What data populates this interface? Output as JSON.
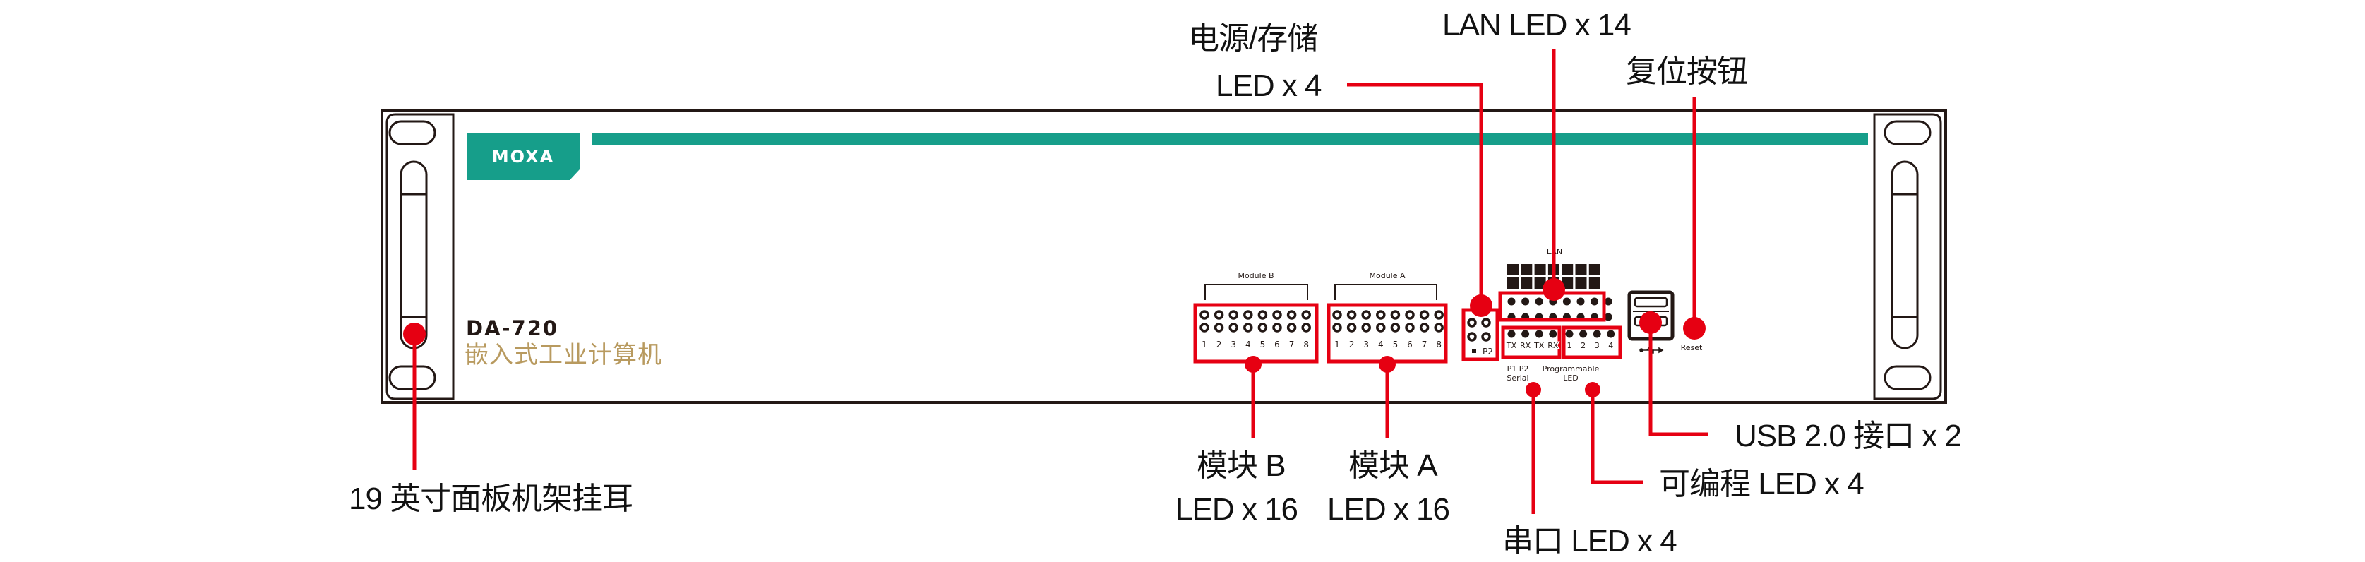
{
  "device": {
    "brand": "MOXA",
    "model": "DA-720",
    "subtitle": "嵌入式工业计算机",
    "colors": {
      "brand_green": "#169e8a",
      "callout_red": "#e60012",
      "subtitle_gold": "#b89a5f",
      "outline": "#231815"
    }
  },
  "panel": {
    "module_b": {
      "title": "Module B",
      "leds_per_row": 8,
      "rows": 2,
      "numbers": [
        "1",
        "2",
        "3",
        "4",
        "5",
        "6",
        "7",
        "8"
      ]
    },
    "module_a": {
      "title": "Module A",
      "leds_per_row": 8,
      "rows": 2,
      "numbers": [
        "1",
        "2",
        "3",
        "4",
        "5",
        "6",
        "7",
        "8"
      ]
    },
    "power_storage": {
      "label": "P2"
    },
    "lan": {
      "title": "LAN",
      "ports": 7,
      "led_columns": 8
    },
    "serial": {
      "labels": [
        "TX",
        "RX",
        "TX",
        "RX"
      ],
      "caption_1": "P1   P2",
      "caption_2": "Serial"
    },
    "programmable": {
      "labels": [
        "1",
        "2",
        "3",
        "4"
      ],
      "caption_1": "Programmable",
      "caption_2": "LED"
    },
    "usb": {
      "icon": "usb-icon"
    },
    "reset": {
      "label": "Reset"
    }
  },
  "callouts": {
    "rack_ears": "19 英寸面板机架挂耳",
    "power_storage_line1": "电源/存储",
    "power_storage_line2": "LED x 4",
    "lan_led": "LAN LED x 14",
    "reset_button": "复位按钮",
    "module_b_line1": "模块 B",
    "module_b_line2": "LED x 16",
    "module_a_line1": "模块 A",
    "module_a_line2": "LED x 16",
    "serial_led": "串口 LED x 4",
    "programmable_led": "可编程 LED x 4",
    "usb_ports": "USB 2.0 接口 x 2"
  }
}
